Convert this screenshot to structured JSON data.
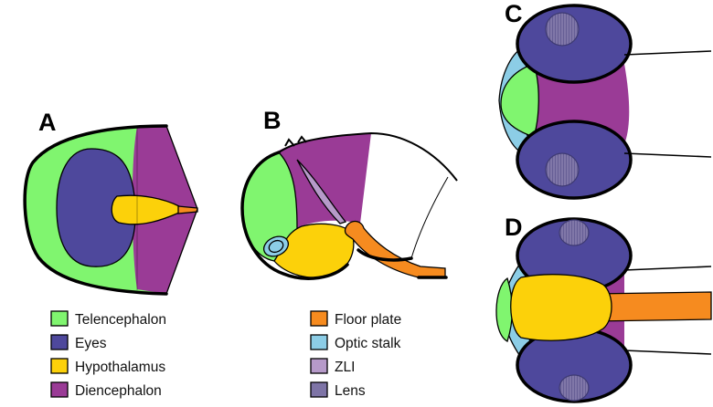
{
  "panels": {
    "a": "A",
    "b": "B",
    "c": "C",
    "d": "D"
  },
  "colors": {
    "telencephalon": "#80f56f",
    "eyes": "#4e489c",
    "hypothalamus": "#fcd10a",
    "diencephalon": "#9a3b96",
    "floor_plate": "#f68b1f",
    "optic_stalk": "#8ccde6",
    "zli": "#b69ac9",
    "lens": "#7e74a6"
  },
  "legend": {
    "left": [
      {
        "key": "telencephalon",
        "label": "Telencephalon"
      },
      {
        "key": "eyes",
        "label": "Eyes"
      },
      {
        "key": "hypothalamus",
        "label": "Hypothalamus"
      },
      {
        "key": "diencephalon",
        "label": "Diencephalon"
      }
    ],
    "right": [
      {
        "key": "floor_plate",
        "label": "Floor plate"
      },
      {
        "key": "optic_stalk",
        "label": "Optic stalk"
      },
      {
        "key": "zli",
        "label": "ZLI"
      },
      {
        "key": "lens",
        "label": "Lens"
      }
    ]
  }
}
